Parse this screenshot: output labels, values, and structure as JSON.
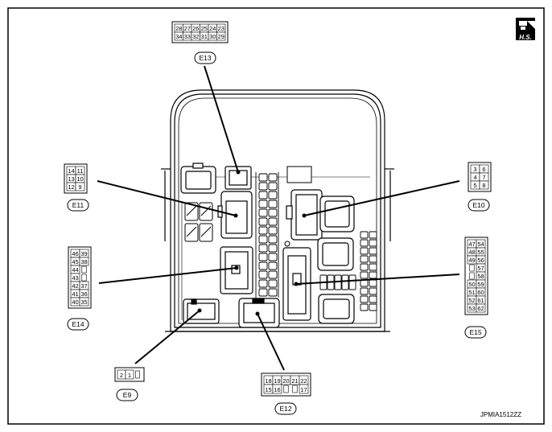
{
  "hs_mark": {
    "text": "H.S.",
    "icon": "hs-connector-icon"
  },
  "figure_code": "JPMIA1512ZZ",
  "connectors": [
    {
      "id": "E13",
      "pins": [
        [
          "28",
          "27",
          "26",
          "25",
          "24",
          "23"
        ],
        [
          "34",
          "33",
          "32",
          "31",
          "30",
          "29"
        ]
      ]
    },
    {
      "id": "E11",
      "pins": [
        [
          "14",
          "11"
        ],
        [
          "13",
          "10"
        ],
        [
          "12",
          "9"
        ]
      ]
    },
    {
      "id": "E10",
      "pins": [
        [
          "3",
          "6"
        ],
        [
          "4",
          "7"
        ],
        [
          "5",
          "8"
        ]
      ]
    },
    {
      "id": "E14",
      "pins": [
        [
          "46",
          "39"
        ],
        [
          "45",
          "38"
        ],
        [
          "44",
          ""
        ],
        [
          "43",
          ""
        ],
        [
          "42",
          "37"
        ],
        [
          "41",
          "36"
        ],
        [
          "40",
          "35"
        ]
      ]
    },
    {
      "id": "E15",
      "pins": [
        [
          "47",
          "54"
        ],
        [
          "48",
          "55"
        ],
        [
          "49",
          "56"
        ],
        [
          "",
          "57"
        ],
        [
          "",
          "58"
        ],
        [
          "50",
          "59"
        ],
        [
          "51",
          "60"
        ],
        [
          "52",
          "61"
        ],
        [
          "53",
          "62"
        ]
      ]
    },
    {
      "id": "E9",
      "pins": [
        [
          "2",
          "1",
          ""
        ]
      ]
    },
    {
      "id": "E12",
      "pins": [
        [
          "18",
          "19",
          "20",
          "21",
          "22"
        ],
        [
          "15",
          "16",
          "",
          "",
          "17"
        ]
      ]
    }
  ]
}
